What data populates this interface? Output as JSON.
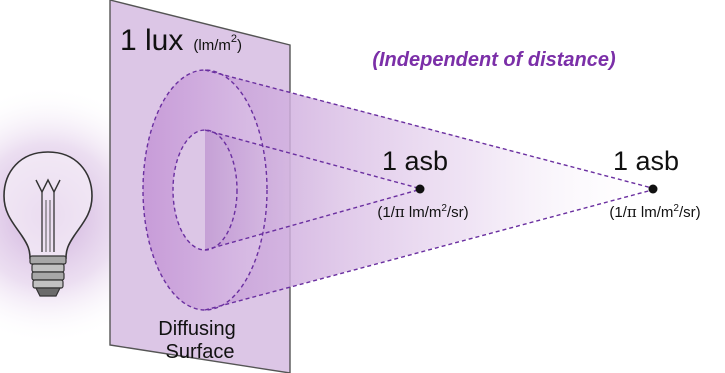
{
  "panel": {
    "title_main": "1 lux",
    "title_unit_prefix": "(lm/m",
    "title_unit_sup": "2",
    "title_unit_suffix": ")",
    "surface_line1": "Diffusing",
    "surface_line2": "Surface"
  },
  "note": "(Independent of distance)",
  "points": [
    {
      "value": "1 asb",
      "unit_prefix": "(1/",
      "unit_pi": "π",
      "unit_mid": " lm/m",
      "unit_sup": "2",
      "unit_suffix": "/sr)"
    },
    {
      "value": "1 asb",
      "unit_prefix": "(1/",
      "unit_pi": "π",
      "unit_mid": " lm/m",
      "unit_sup": "2",
      "unit_suffix": "/sr)"
    }
  ],
  "colors": {
    "panel_fill": "#dcc6e6",
    "accent": "#7b2fa8",
    "cone": "#c9a2d9",
    "dash": "#6a2fa0"
  },
  "icons": [
    "light-bulb-icon"
  ]
}
